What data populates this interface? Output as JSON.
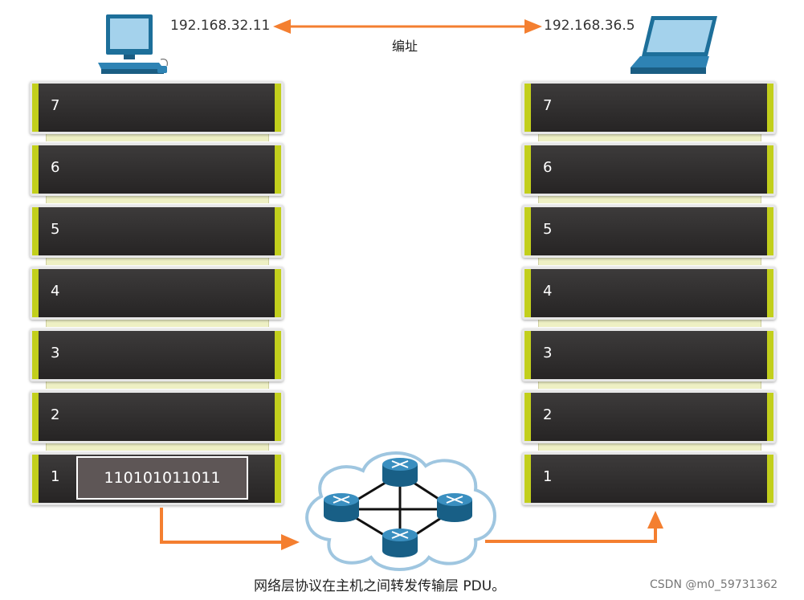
{
  "source_ip": "192.168.32.11",
  "dest_ip": "192.168.36.5",
  "addressing_label": "编址",
  "caption": "网络层协议在主机之间转发传输层 PDU。",
  "watermark": "CSDN @m0_59731362",
  "bits": "110101011011",
  "layers": [
    "7",
    "6",
    "5",
    "4",
    "3",
    "2",
    "1"
  ],
  "colors": {
    "arrow": "#f47f30",
    "layer_accent": "#c2cf1c",
    "router": "#1f6b93",
    "cloud_edge": "#9fc6e0"
  },
  "icons": {
    "source": "desktop-computer-icon",
    "dest": "laptop-icon",
    "router": "router-icon",
    "network": "cloud-icon"
  }
}
